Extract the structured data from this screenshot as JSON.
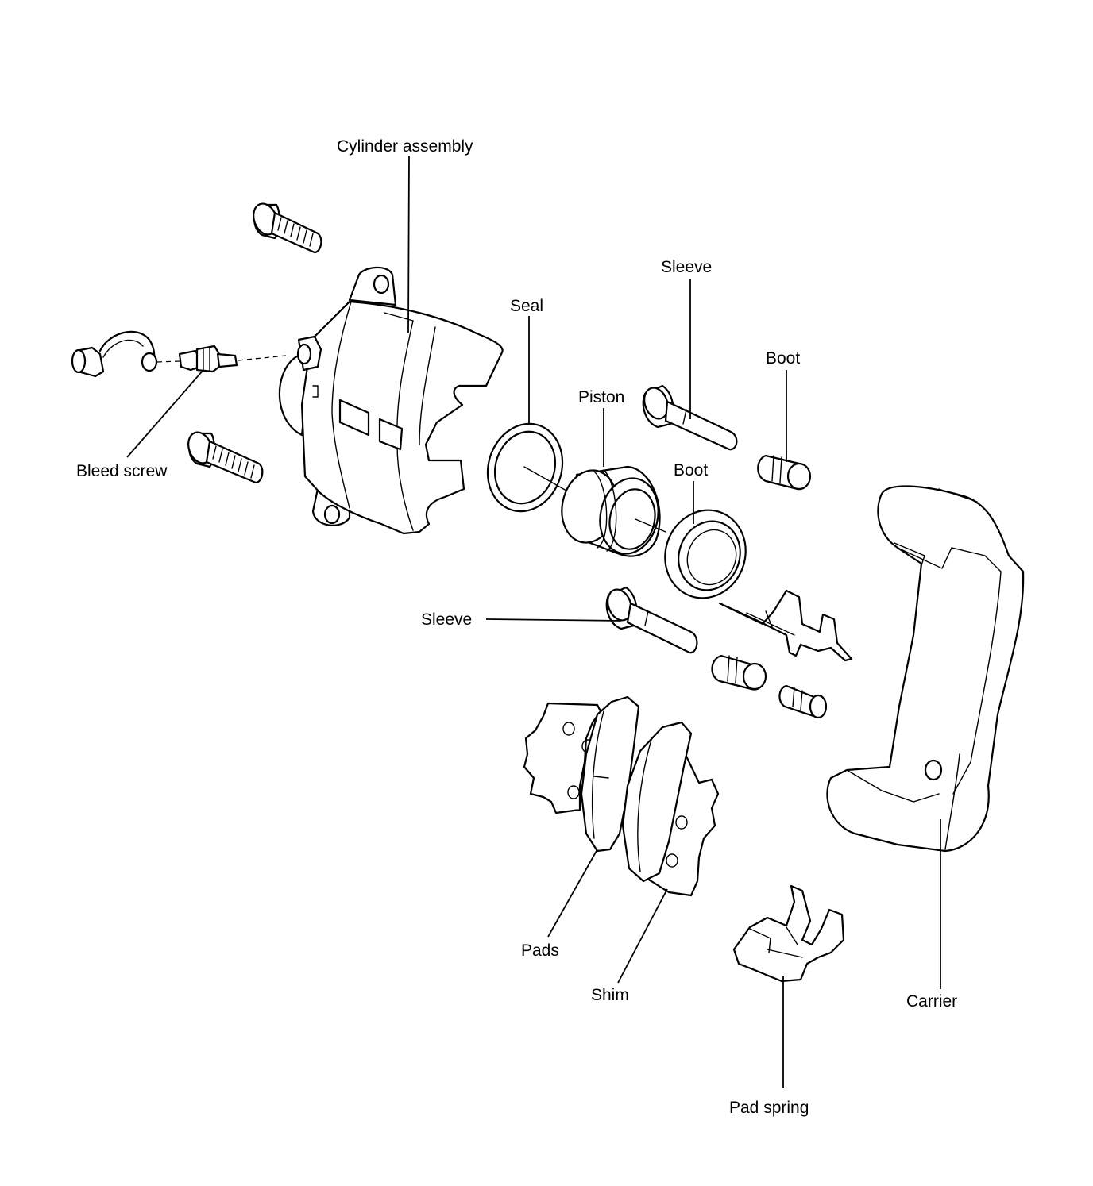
{
  "labels": {
    "cylinder_assembly": "Cylinder assembly",
    "seal": "Seal",
    "sleeve_top": "Sleeve",
    "boot_top": "Boot",
    "piston": "Piston",
    "boot_mid": "Boot",
    "bleed_screw": "Bleed screw",
    "sleeve_mid": "Sleeve",
    "pads": "Pads",
    "shim": "Shim",
    "carrier": "Carrier",
    "pad_spring": "Pad spring"
  }
}
